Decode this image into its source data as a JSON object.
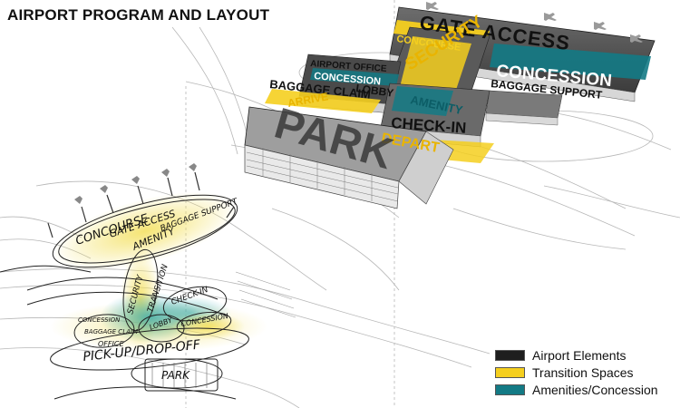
{
  "title": "AIRPORT PROGRAM AND LAYOUT",
  "colors": {
    "airport": "#1e1e1e",
    "transition": "#f5cf1f",
    "amenity": "#137a85",
    "linework": "#9a9a9a"
  },
  "model_labels": {
    "gate_access": "GATE ACCESS",
    "concourse": "CONCOURSE",
    "concession_right": "CONCESSION",
    "baggage_support": "BAGGAGE SUPPORT",
    "airport_office": "AIRPORT OFFICE",
    "concession_left": "CONCESSION",
    "security": "SECURITY",
    "baggage_claim": "BAGGAGE CLAIM",
    "lobby": "LOBBY",
    "amenity": "AMENITY",
    "arrive": "ARRIVE",
    "check_in": "CHECK-IN",
    "depart": "DEPART",
    "park": "PARK"
  },
  "sketch_labels": {
    "concourse": "CONCOURSE",
    "gate_access": "GATE ACCESS",
    "amenity": "AMENITY",
    "baggage_support": "BAGGAGE SUPPORT",
    "security": "SECURITY",
    "transition": "TRANSITION",
    "check_in": "CHECK-IN",
    "concession_left": "CONCESSION",
    "lobby": "LOBBY",
    "concession_right": "CONCESSION",
    "baggage_claim": "BAGGAGE CLAIM",
    "office": "OFFICE",
    "pickup_dropoff": "PICK-UP/DROP-OFF",
    "park": "PARK"
  },
  "legend": [
    {
      "label": "Airport Elements",
      "color": "#1e1e1e"
    },
    {
      "label": "Transition Spaces",
      "color": "#f5cf1f"
    },
    {
      "label": "Amenities/Concession",
      "color": "#137a85"
    }
  ]
}
